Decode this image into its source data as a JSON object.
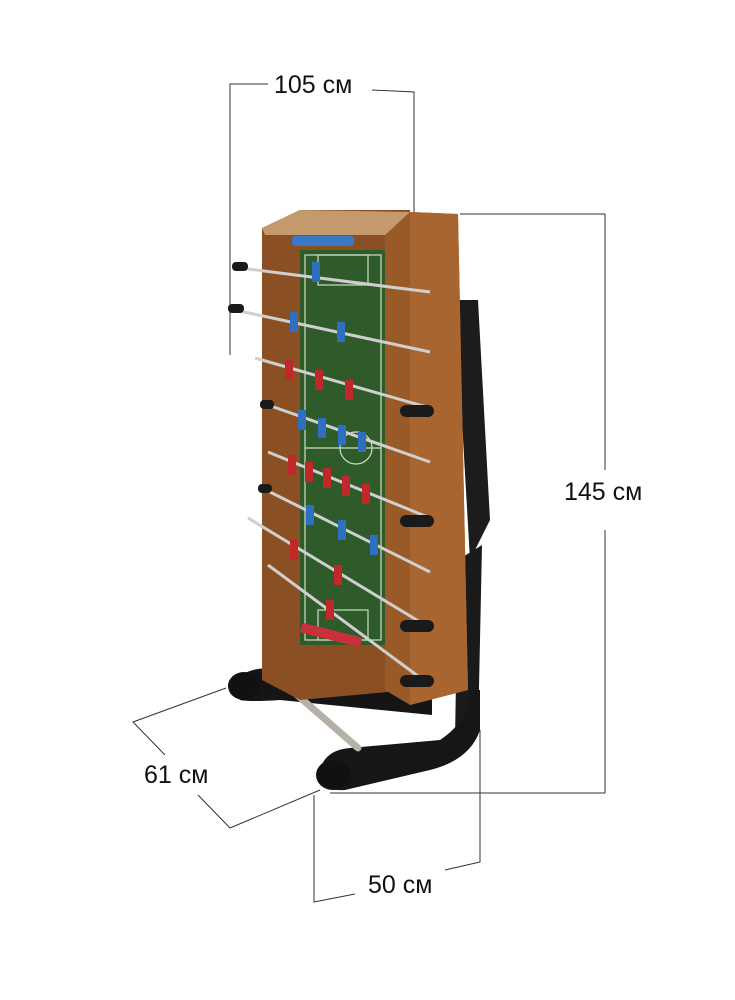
{
  "product": {
    "name": "foosball-table-folded",
    "colors": {
      "wood": "#8a4f22",
      "wood_light": "#b0713a",
      "field": "#2f5a2a",
      "frame": "#1a1a1a",
      "team_blue": "#2f6fc0",
      "team_red": "#c0282a",
      "rod": "#c8c8c8"
    }
  },
  "dimensions": {
    "width": {
      "label": "105 см",
      "value": 105,
      "unit": "см"
    },
    "height": {
      "label": "145 см",
      "value": 145,
      "unit": "см"
    },
    "depth": {
      "label": "61 см",
      "value": 61,
      "unit": "см"
    },
    "footprint": {
      "label": "50 см",
      "value": 50,
      "unit": "см"
    }
  }
}
